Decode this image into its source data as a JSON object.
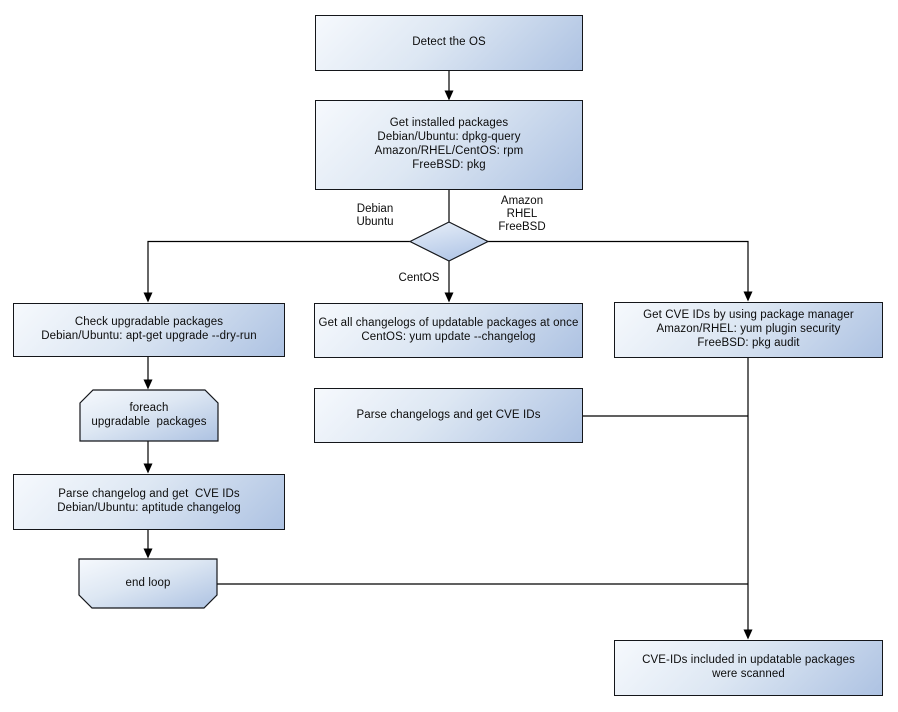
{
  "diagram": {
    "kind": "flowchart",
    "background_color": "#ffffff",
    "node_fill_light": "#f6f9fd",
    "node_fill_dark": "#adc2e2",
    "node_border_color": "#14161a",
    "connector_color": "#000000",
    "text_color": "#0c0c0c"
  },
  "nodes": {
    "detect_os": "Detect the OS",
    "get_installed": "Get installed packages\nDebian/Ubuntu: dpkg-query\nAmazon/RHEL/CentOS: rpm\nFreeBSD: pkg",
    "check_upgradable": "Check upgradable packages\nDebian/Ubuntu: apt-get upgrade --dry-run",
    "foreach_loop": "foreach\nupgradable  packages",
    "parse_changelog_debian": "Parse changelog and get  CVE IDs\nDebian/Ubuntu: aptitude changelog",
    "end_loop": "end loop",
    "get_all_changelogs": "Get all changelogs of updatable packages at once\nCentOS: yum update --changelog",
    "parse_changelogs_centos": "Parse changelogs and get CVE IDs",
    "get_cve_package_manager": "Get CVE IDs by using package manager\nAmazon/RHEL: yum plugin security\nFreeBSD: pkg audit",
    "cve_scanned": "CVE-IDs included in updatable packages\nwere scanned"
  },
  "edge_labels": {
    "debian_ubuntu": "Debian\nUbuntu",
    "amazon_rhel_freebsd": "Amazon\nRHEL\nFreeBSD",
    "centos": "CentOS"
  }
}
